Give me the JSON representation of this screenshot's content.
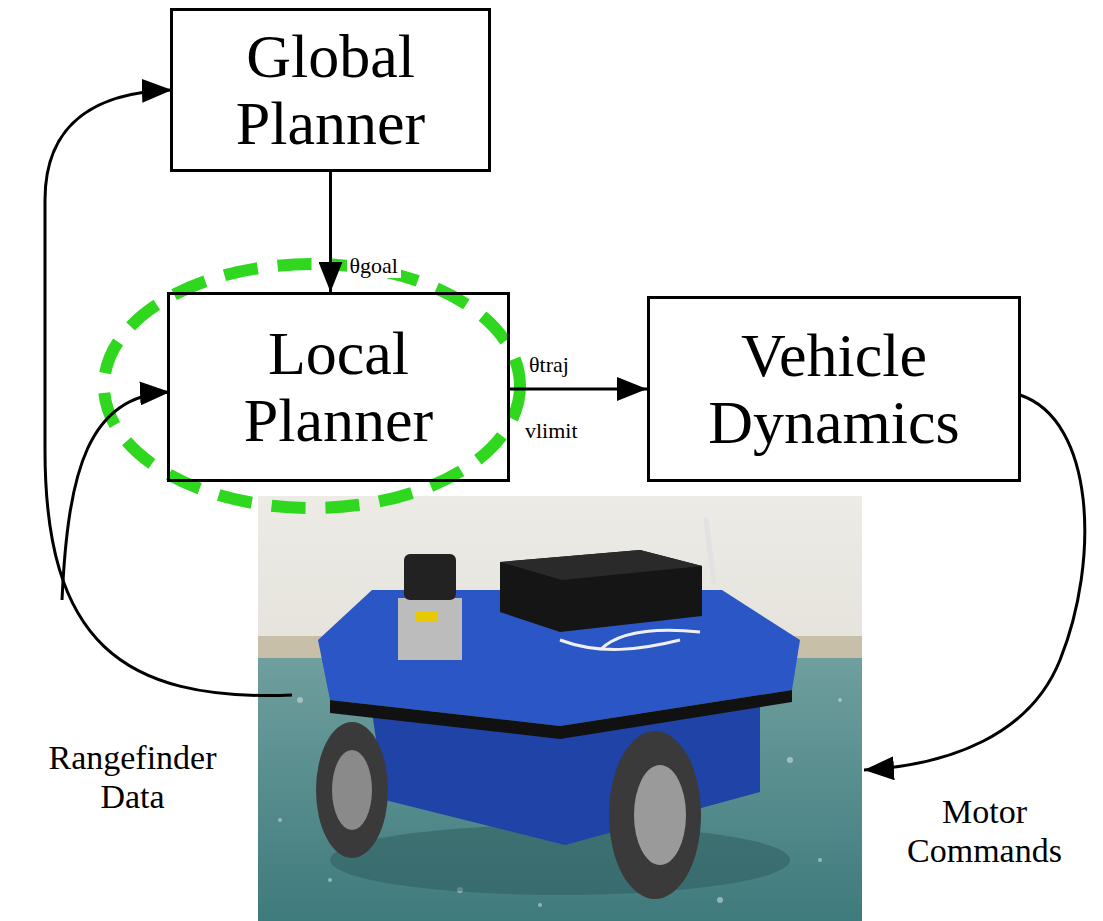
{
  "diagram": {
    "nodes": [
      {
        "text": [
          "Global Planner"
        ]
      },
      {
        "text": [
          "Local Planner"
        ]
      },
      {
        "text": [
          "Vehicle Dynamics"
        ]
      }
    ],
    "edges": [
      {
        "from": 0,
        "to": 1,
        "arrow": "to",
        "label": "θgoal"
      },
      {
        "from": 1,
        "to": 2,
        "arrow": "to",
        "label": "θtraj"
      }
    ],
    "labels": [
      "vlimit",
      "Rangefinder Data",
      "Motor Commands"
    ]
  }
}
